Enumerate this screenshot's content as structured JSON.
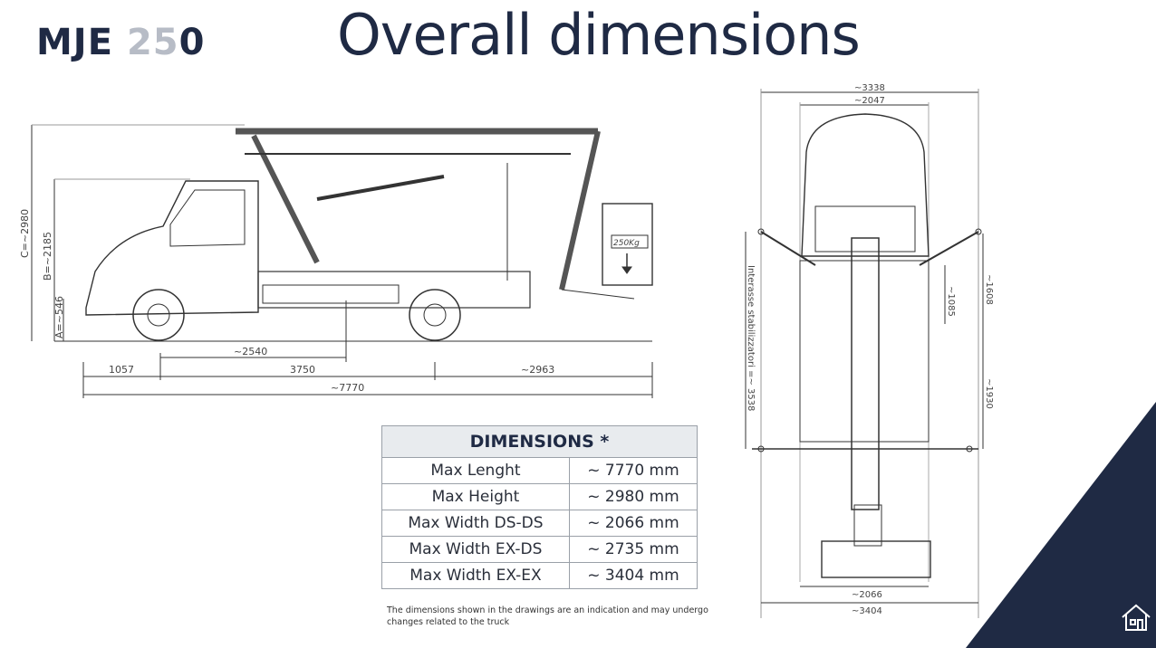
{
  "logo": {
    "part1": "MJE ",
    "part2": "25",
    "part3": "0"
  },
  "title": "Overall dimensions",
  "side_view": {
    "dim_c": "C=~2980",
    "dim_b": "B=~2185",
    "dim_a": "A=~546",
    "dim_mid": "~2540",
    "dim_front": "1057",
    "dim_wheelbase": "3750",
    "dim_rear": "~2963",
    "dim_total": "~7770",
    "basket_label": "250Kg"
  },
  "top_view": {
    "dim_outer": "~3338",
    "dim_inner": "~2047",
    "dim_right_top": "~1608",
    "dim_right_mid": "~1085",
    "dim_right_bottom": "~1930",
    "dim_left": "Interasse stabilizzatori =~ 3538",
    "dim_bottom1": "~2066",
    "dim_bottom2": "~3404"
  },
  "table": {
    "header": "DIMENSIONS *",
    "rows": [
      {
        "label": "Max Lenght",
        "value": "~ 7770 mm"
      },
      {
        "label": "Max Height",
        "value": "~ 2980 mm"
      },
      {
        "label": "Max Width DS-DS",
        "value": "~ 2066 mm"
      },
      {
        "label": "Max Width EX-DS",
        "value": "~ 2735 mm"
      },
      {
        "label": "Max Width EX-EX",
        "value": "~ 3404 mm"
      }
    ]
  },
  "note": "The dimensions shown in the drawings are an indication and may undergo changes  related to the truck",
  "icons": {
    "home": "home-icon"
  },
  "colors": {
    "brand": "#1f2a44",
    "accent_gray": "#b7bcc6"
  }
}
